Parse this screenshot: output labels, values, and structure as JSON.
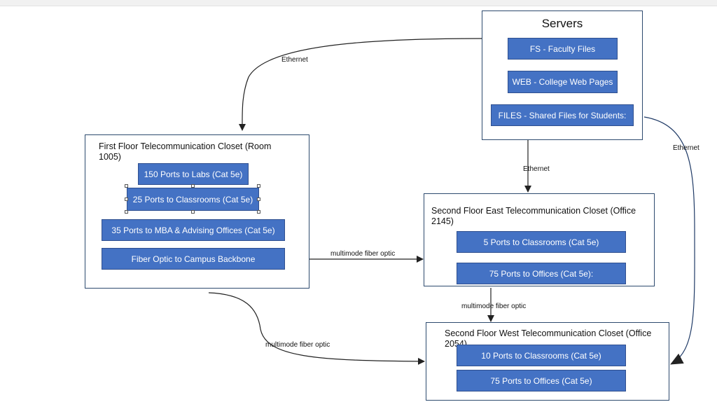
{
  "servers": {
    "title": "Servers",
    "items": [
      "FS - Faculty Files",
      "WEB - College Web Pages",
      "FILES - Shared Files for Students:"
    ]
  },
  "first_floor": {
    "title": "First Floor Telecommunication Closet (Room 1005)",
    "items": [
      "150 Ports to Labs (Cat 5e)",
      "25 Ports to Classrooms (Cat 5e)",
      "35 Ports to MBA & Advising Offices (Cat 5e)",
      "Fiber Optic to Campus Backbone"
    ]
  },
  "second_east": {
    "title": "Second Floor East Telecommunication Closet (Office 2145)",
    "items": [
      "5 Ports to Classrooms (Cat 5e)",
      "75 Ports to Offices (Cat 5e):"
    ]
  },
  "second_west": {
    "title": "Second Floor West Telecommunication Closet (Office 2054)",
    "items": [
      "10 Ports to Classrooms (Cat 5e)",
      "75 Ports to Offices (Cat 5e)"
    ]
  },
  "edges": {
    "servers_to_first": "Ethernet",
    "servers_to_east": "Ethernet",
    "servers_to_west": "Ethernet",
    "first_to_east": "multimode fiber optic",
    "east_to_west": "multimode fiber optic",
    "first_to_west": "multimode fiber optic"
  },
  "colors": {
    "box_fill": "#4472c4",
    "box_text": "#ffffff",
    "container_border": "#2d4a6e",
    "connector": "#222222"
  }
}
